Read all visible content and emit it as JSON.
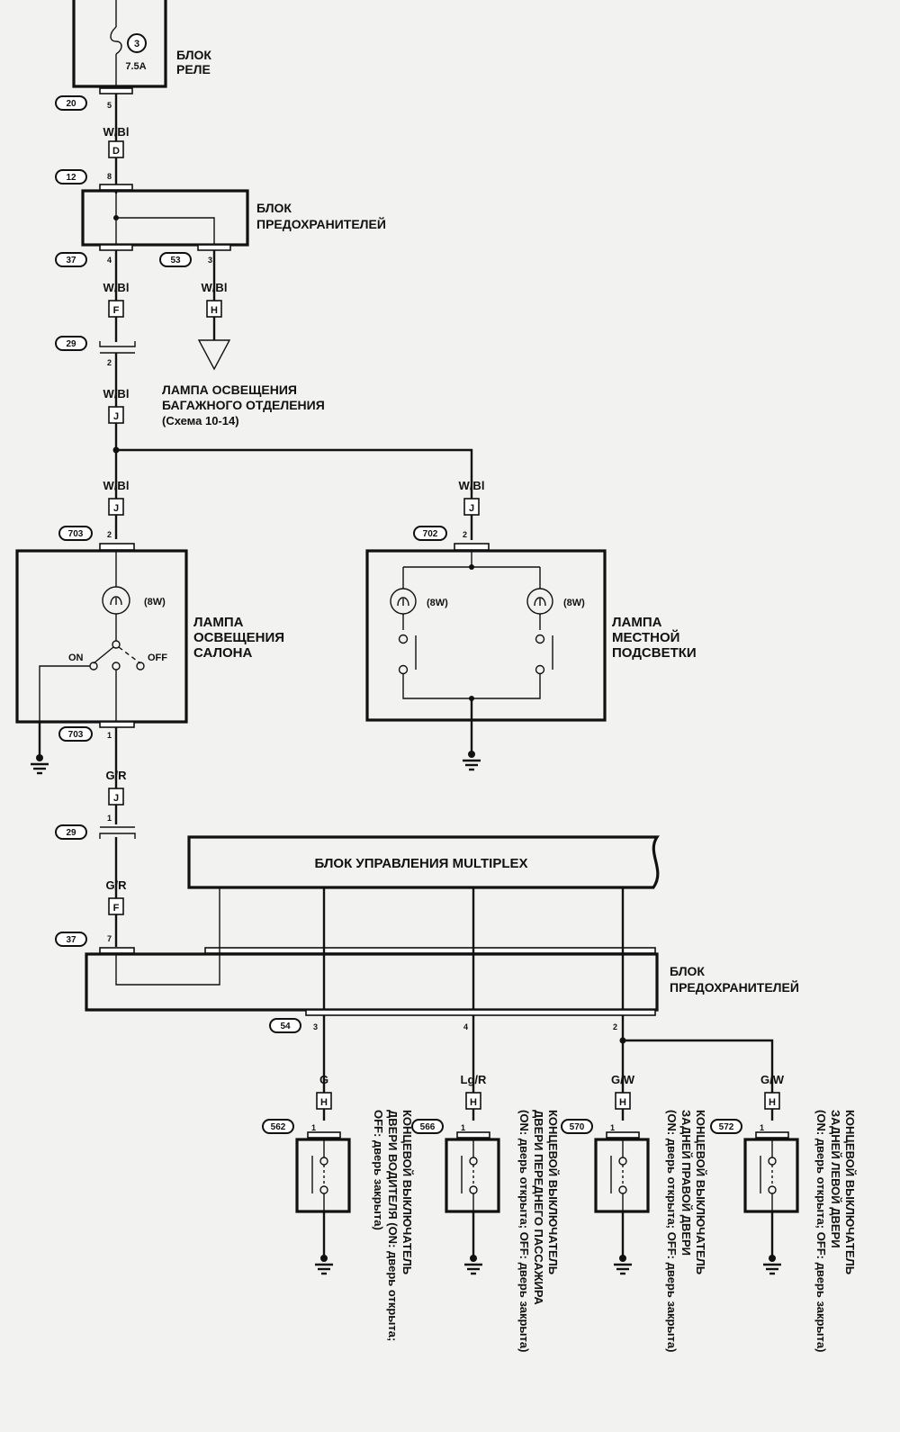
{
  "relay_block": {
    "label_line1": "БЛОК",
    "label_line2": "РЕЛЕ",
    "fuse_number": "3",
    "fuse_rating": "7.5A"
  },
  "fuse_block": {
    "label_line1": "БЛОК",
    "label_line2": "ПРЕДОХРАНИТЕЛЕЙ"
  },
  "connectors": {
    "c20": "20",
    "c12": "12",
    "c37": "37",
    "c53": "53",
    "c29": "29",
    "c703": "703",
    "c702": "702",
    "c54": "54",
    "c562": "562",
    "c566": "566",
    "c570": "570",
    "c572": "572"
  },
  "pins": {
    "p5": "5",
    "p8": "8",
    "p4": "4",
    "p3": "3",
    "p2": "2",
    "p1": "1",
    "p7": "7"
  },
  "wires": {
    "wbl": "W/Bl",
    "gr": "G/R",
    "g": "G",
    "lgr": "Lg/R",
    "gw1": "G/W",
    "gw2": "G/W"
  },
  "letters": {
    "d": "D",
    "f": "F",
    "h": "H",
    "j": "J"
  },
  "trunk_lamp": {
    "line1": "ЛАМПА ОСВЕЩЕНИЯ",
    "line2": "БАГАЖНОГО ОТДЕЛЕНИЯ",
    "line3": "(Схема 10-14)"
  },
  "interior_lamp": {
    "line1": "ЛАМПА",
    "line2": "ОСВЕЩЕНИЯ",
    "line3": "САЛОНА",
    "bulb": "(8W)",
    "on": "ON",
    "off": "OFF"
  },
  "map_lamp": {
    "line1": "ЛАМПА",
    "line2": "МЕСТНОЙ",
    "line3": "ПОДСВЕТКИ",
    "bulb_left": "(8W)",
    "bulb_right": "(8W)"
  },
  "multiplex": {
    "label": "БЛОК УПРАВЛЕНИЯ MULTIPLEX"
  },
  "fuse_block_2": {
    "label_line1": "БЛОК",
    "label_line2": "ПРЕДОХРАНИТЕЛЕЙ"
  },
  "door_switches": [
    {
      "line1": "КОНЦЕВОЙ ВЫКЛЮЧАТЕЛЬ",
      "line2": "ДВЕРИ ВОДИТЕЛЯ (ON: дверь открыта;",
      "line3": "OFF: дверь закрыта)"
    },
    {
      "line1": "КОНЦЕВОЙ ВЫКЛЮЧАТЕЛЬ",
      "line2": "ДВЕРИ ПЕРЕДНЕГО ПАССАЖИРА",
      "line3": "(ON: дверь открыта; OFF: дверь закрыта)"
    },
    {
      "line1": "КОНЦЕВОЙ ВЫКЛЮЧАТЕЛЬ",
      "line2": "ЗАДНЕЙ ПРАВОЙ ДВЕРИ",
      "line3": "(ON: дверь открыта; OFF: дверь закрыта)"
    },
    {
      "line1": "КОНЦЕВОЙ ВЫКЛЮЧАТЕЛЬ",
      "line2": "ЗАДНЕЙ ЛЕВОЙ ДВЕРИ",
      "line3": "(ON: дверь открыта; OFF: дверь закрыта)"
    }
  ]
}
